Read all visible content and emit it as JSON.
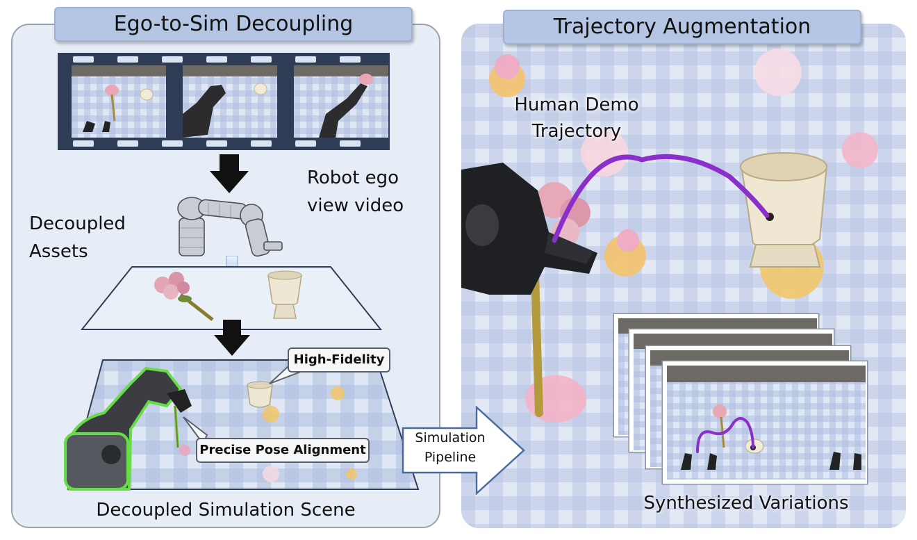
{
  "left_panel": {
    "title": "Ego-to-Sim Decoupling",
    "robot_video_label": [
      "Robot ego",
      "view video"
    ],
    "assets_label": [
      "Decoupled",
      "Assets"
    ],
    "callout_fidelity": "High-Fidelity",
    "callout_pose": "Precise Pose Alignment",
    "scene_label": "Decoupled Simulation Scene"
  },
  "right_panel": {
    "title": "Trajectory Augmentation",
    "demo_label": [
      "Human Demo",
      "Trajectory"
    ],
    "variations_label": "Synthesized Variations"
  },
  "pipeline_arrow": {
    "label": [
      "Simulation",
      "Pipeline"
    ]
  },
  "colors": {
    "trajectory": "#8a2fc9",
    "title_fill": "#b5c6e4",
    "panel_fill": "#e6edf6",
    "highlight_outline": "#66dd44"
  }
}
